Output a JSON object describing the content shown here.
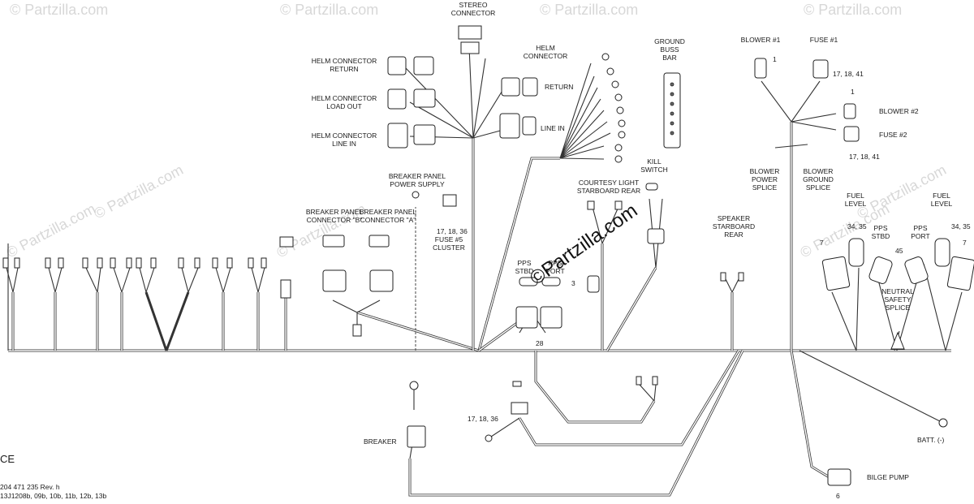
{
  "labels": {
    "stereo_connector": [
      "STEREO",
      "CONNECTOR"
    ],
    "helm_connector": [
      "HELM",
      "CONNECTOR"
    ],
    "return": "RETURN",
    "line_in": "LINE IN",
    "helm_connector_return": [
      "HELM CONNECTOR",
      "RETURN"
    ],
    "helm_connector_load_out": [
      "HELM CONNECTOR",
      "LOAD OUT"
    ],
    "helm_connector_line_in": [
      "HELM CONNECTOR",
      "LINE IN"
    ],
    "ground_buss_bar": [
      "GROUND",
      "BUSS",
      "BAR"
    ],
    "blower_1": "BLOWER #1",
    "fuse_1": "FUSE #1",
    "blower_2": "BLOWER #2",
    "fuse_2": "FUSE #2",
    "blower_power_splice": [
      "BLOWER",
      "POWER",
      "SPLICE"
    ],
    "blower_ground_splice": [
      "BLOWER",
      "GROUND",
      "SPLICE"
    ],
    "breaker_panel_power_supply": [
      "BREAKER PANEL",
      "POWER SUPPLY"
    ],
    "breaker_panel_connector_b": [
      "BREAKER PANEL",
      "CONNECTOR \"B\""
    ],
    "breaker_panel_connector_a": [
      "BREAKER PANEL",
      "CONNECTOR \"A\""
    ],
    "fuse_5_cluster": [
      "FUSE #5",
      "CLUSTER"
    ],
    "courtesy_light": [
      "COURTESY LIGHT",
      "STARBOARD REAR"
    ],
    "kill_switch": [
      "KILL",
      "SWITCH"
    ],
    "pps_stbd": [
      "PPS",
      "STBD"
    ],
    "pps_port": [
      "PPS",
      "PORT"
    ],
    "speaker_starboard_rear": [
      "SPEAKER",
      "STARBOARD",
      "REAR"
    ],
    "fuel_level": [
      "FUEL",
      "LEVEL"
    ],
    "neutral_safety_splice": [
      "NEUTRAL",
      "SAFETY",
      "SPLICE"
    ],
    "breaker": "BREAKER",
    "batt": "BATT. (-)",
    "bilge_pump": "BILGE PUMP",
    "ce": "CE"
  },
  "callouts": {
    "blower1_ref": "1",
    "fuse1_ref": "17, 18, 41",
    "blower2_ref": "1",
    "fuse2_ref": "17, 18, 41",
    "fuse5_ref": "17, 18, 36",
    "pps_ref": "3",
    "pps_bottom_ref": "28",
    "fuel_left_ref": "34, 35",
    "fuel_left_7": "7",
    "pps_pair_ref": "45",
    "fuel_right_ref": "34, 35",
    "fuel_right_7": "7",
    "lower_fuse_ref": "17, 18, 36",
    "bilge_ref": "6"
  },
  "footer": {
    "part_number": "204 471 235 Rev. h",
    "figure_refs": "13J1208b, 09b, 10b, 11b, 12b, 13b"
  },
  "watermark": {
    "text": "© Partzilla.com",
    "center_text": "©Partzilla.com"
  }
}
